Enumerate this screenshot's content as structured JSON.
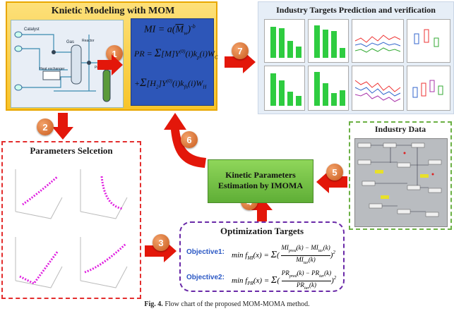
{
  "modeling": {
    "title": "Knietic Modeling with MOM"
  },
  "targets": {
    "title": "Industry Targets Prediction and verification"
  },
  "params": {
    "title": "Parameters Selcetion"
  },
  "industry": {
    "title": "Industry Data"
  },
  "estimation": {
    "line1": "Kinetic Parameters",
    "line2": "Estimation by IMOMA"
  },
  "optimization": {
    "title": "Optimization Targets",
    "obj1_label": "Objective1:",
    "obj2_label": "Objective2:"
  },
  "steps": [
    "1",
    "2",
    "3",
    "4",
    "5",
    "6",
    "7"
  ],
  "caption": {
    "prefix": "Fig. 4.",
    "text": "Flow chart of the proposed MOM-MOMA method."
  },
  "process": {
    "catalyst": "Catalyst",
    "gas": "Gas",
    "reactor": "Reactor",
    "heat": "Heat exchanger",
    "prod": "Product"
  },
  "colors": {
    "modeling_bg": "#fbd24c",
    "modeling_border": "#e9a700",
    "equation_bg": "#2d56b8",
    "estimation_bg": "#7dc94a",
    "arrow_red": "#e3170a",
    "params_border": "#e32d2d",
    "industry_border": "#6bb044",
    "opt_border": "#6a2aa8"
  }
}
